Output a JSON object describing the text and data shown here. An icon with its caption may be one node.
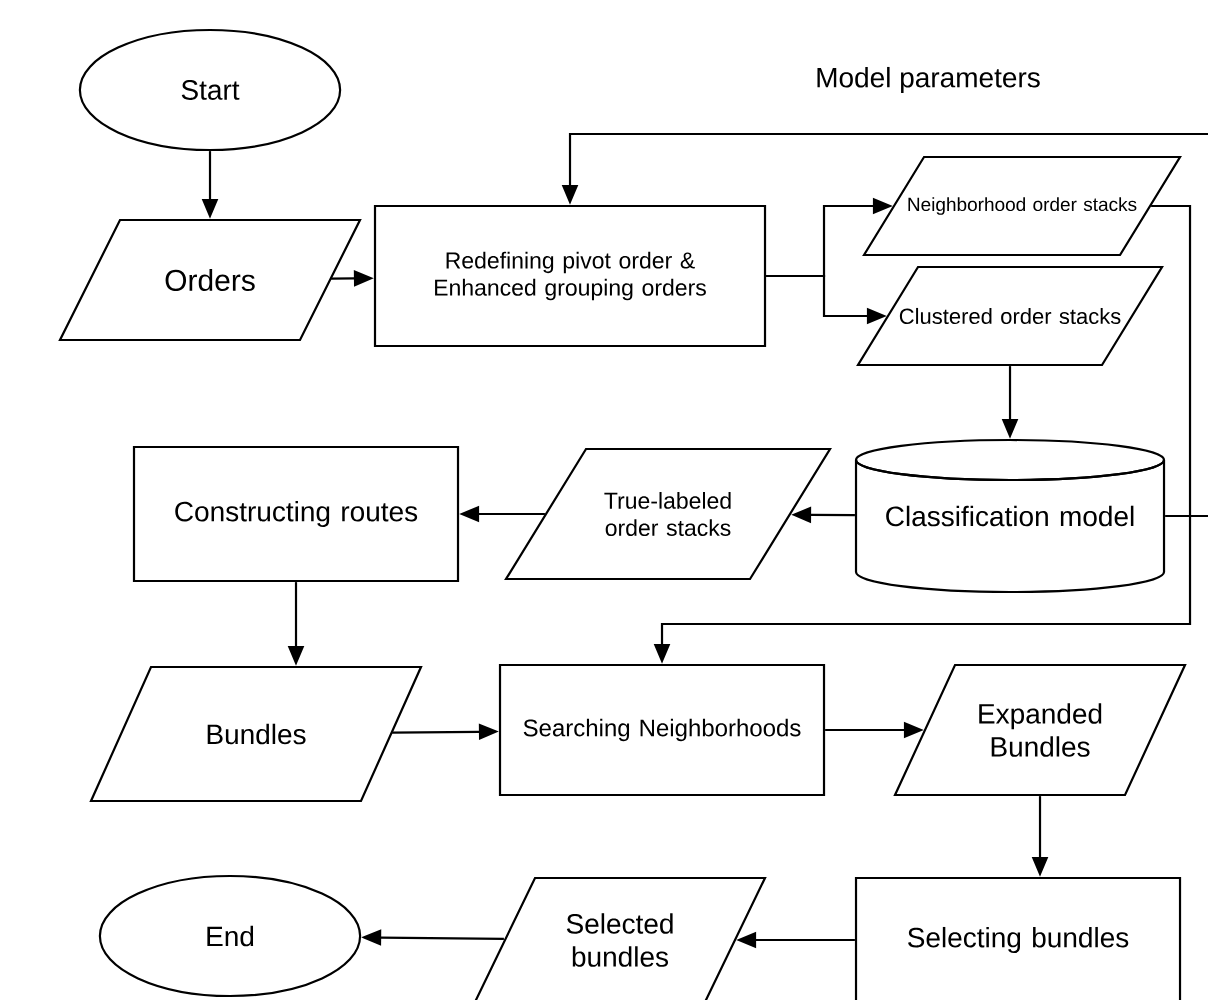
{
  "diagram": {
    "nodes": [
      {
        "text": [
          "Start"
        ]
      },
      {
        "text": [
          "Orders"
        ]
      },
      {
        "text": [
          "Redefining pivot order & Enhanced grouping orders"
        ]
      },
      {
        "text": [
          "Neighborhood order stacks"
        ]
      },
      {
        "text": [
          "Clustered order stacks"
        ]
      },
      {
        "text": [
          "Classification model"
        ]
      },
      {
        "text": [
          "True-labeled order stacks"
        ]
      },
      {
        "text": [
          "Constructing routes"
        ]
      },
      {
        "text": [
          "Bundles"
        ]
      },
      {
        "text": [
          "Searching Neighborhoods"
        ]
      },
      {
        "text": [
          "Expanded Bundles"
        ]
      },
      {
        "text": [
          "Selecting bundles"
        ]
      },
      {
        "text": [
          "Selected bundles"
        ]
      },
      {
        "text": [
          "End"
        ]
      }
    ],
    "edges": [
      {
        "from": 0,
        "to": 1,
        "arrow": "to"
      },
      {
        "from": 1,
        "to": 2,
        "arrow": "to"
      },
      {
        "from": 2,
        "to": 3,
        "arrow": "to"
      },
      {
        "from": 2,
        "to": 4,
        "arrow": "to"
      },
      {
        "from": 3,
        "to": 9,
        "arrow": "to"
      },
      {
        "from": null,
        "to": 2,
        "arrow": "to",
        "label": "Model parameters"
      },
      {
        "from": 4,
        "to": 5,
        "arrow": "to"
      },
      {
        "from": 5,
        "to": null,
        "arrow": "none"
      },
      {
        "from": 5,
        "to": 6,
        "arrow": "to"
      },
      {
        "from": 6,
        "to": 7,
        "arrow": "to"
      },
      {
        "from": 7,
        "to": 8,
        "arrow": "to"
      },
      {
        "from": 8,
        "to": 9,
        "arrow": "to"
      },
      {
        "from": 9,
        "to": 10,
        "arrow": "to"
      },
      {
        "from": 10,
        "to": 11,
        "arrow": "to"
      },
      {
        "from": 11,
        "to": 12,
        "arrow": "to"
      },
      {
        "from": 12,
        "to": 13,
        "arrow": "to"
      }
    ]
  }
}
